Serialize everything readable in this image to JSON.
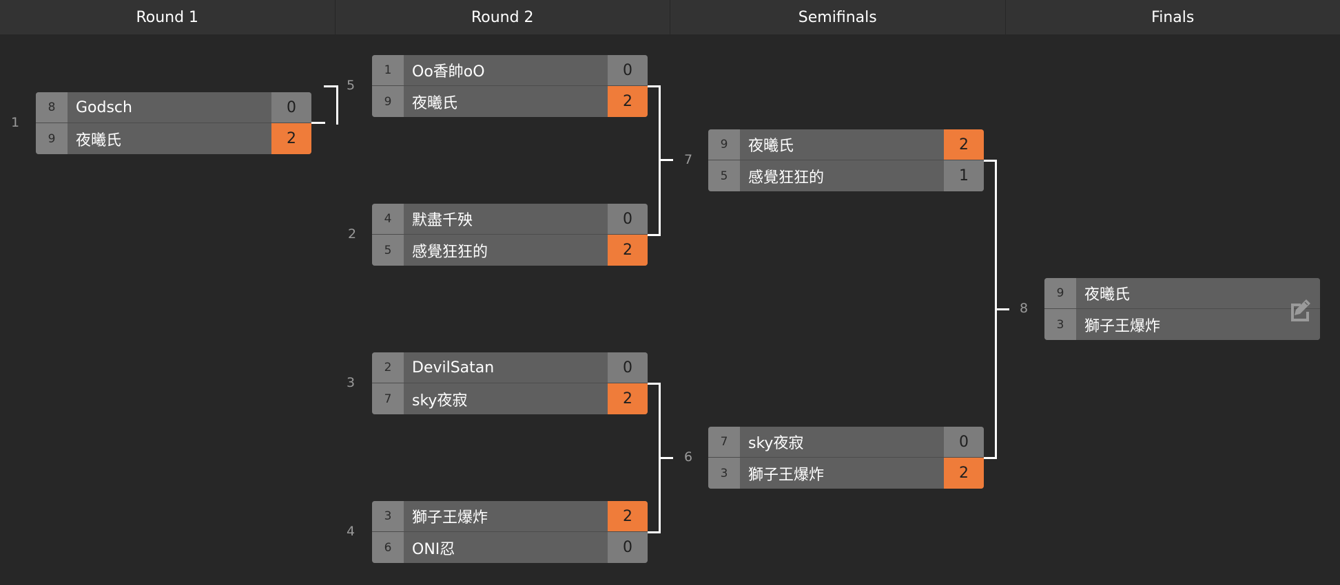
{
  "rounds": [
    "Round 1",
    "Round 2",
    "Semifinals",
    "Finals"
  ],
  "matches": {
    "m1": {
      "number": "1",
      "top": {
        "seed": "8",
        "name": "Godsch",
        "score": "0"
      },
      "bottom": {
        "seed": "9",
        "name": "夜曦氏",
        "score": "2"
      }
    },
    "m5": {
      "number": "5",
      "top": {
        "seed": "1",
        "name": "Oo香帥oO",
        "score": "0"
      },
      "bottom": {
        "seed": "9",
        "name": "夜曦氏",
        "score": "2"
      }
    },
    "m2": {
      "number": "2",
      "top": {
        "seed": "4",
        "name": "默盡千殃",
        "score": "0"
      },
      "bottom": {
        "seed": "5",
        "name": "感覺狂狂的",
        "score": "2"
      }
    },
    "m3": {
      "number": "3",
      "top": {
        "seed": "2",
        "name": "DevilSatan",
        "score": "0"
      },
      "bottom": {
        "seed": "7",
        "name": "sky夜寂",
        "score": "2"
      }
    },
    "m4": {
      "number": "4",
      "top": {
        "seed": "3",
        "name": "獅子王爆炸",
        "score": "2"
      },
      "bottom": {
        "seed": "6",
        "name": "ONI忍",
        "score": "0"
      }
    },
    "m7": {
      "number": "7",
      "top": {
        "seed": "9",
        "name": "夜曦氏",
        "score": "2"
      },
      "bottom": {
        "seed": "5",
        "name": "感覺狂狂的",
        "score": "1"
      }
    },
    "m6": {
      "number": "6",
      "top": {
        "seed": "7",
        "name": "sky夜寂",
        "score": "0"
      },
      "bottom": {
        "seed": "3",
        "name": "獅子王爆炸",
        "score": "2"
      }
    },
    "m8": {
      "number": "8",
      "top": {
        "seed": "9",
        "name": "夜曦氏"
      },
      "bottom": {
        "seed": "3",
        "name": "獅子王爆炸"
      },
      "edit_icon": "edit-icon"
    }
  },
  "colors": {
    "win": "#ef7c3a",
    "background": "#272727",
    "header": "#333333"
  }
}
